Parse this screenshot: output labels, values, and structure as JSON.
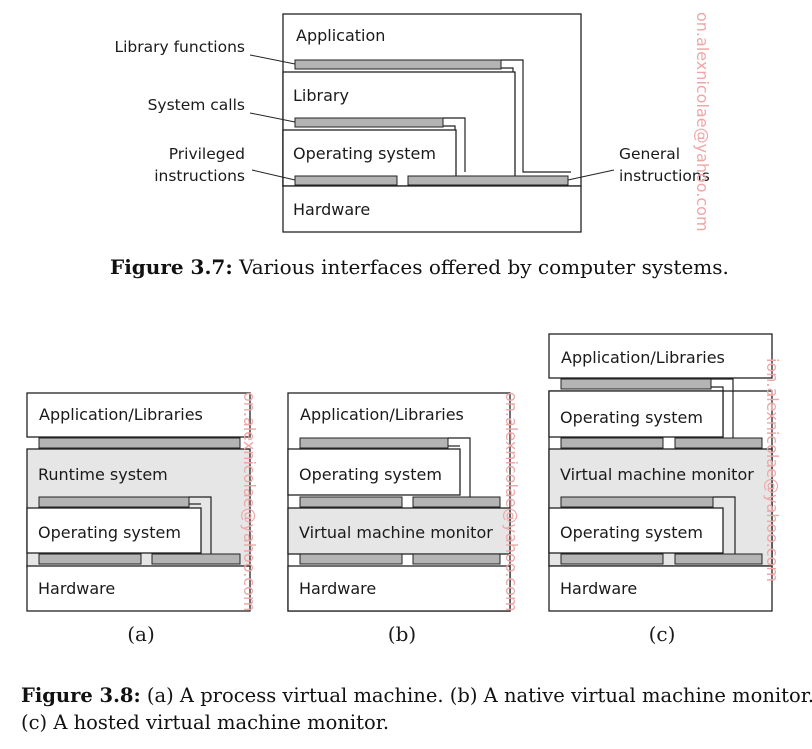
{
  "figure37": {
    "boxes": {
      "application": "Application",
      "library": "Library",
      "operating_system": "Operating system",
      "hardware": "Hardware"
    },
    "annotations": {
      "library_functions": "Library functions",
      "system_calls": "System calls",
      "privileged_line1": "Privileged",
      "privileged_line2": "instructions",
      "general_line1": "General",
      "general_line2": "instructions"
    },
    "caption_label": "Figure 3.7:",
    "caption_text": " Various interfaces offered by computer systems."
  },
  "figure38": {
    "panel_a": {
      "app": "Application/Libraries",
      "runtime": "Runtime system",
      "os": "Operating system",
      "hw": "Hardware",
      "label": "(a)"
    },
    "panel_b": {
      "app": "Application/Libraries",
      "os": "Operating system",
      "vmm": "Virtual machine monitor",
      "hw": "Hardware",
      "label": "(b)"
    },
    "panel_c": {
      "app": "Application/Libraries",
      "guest_os": "Operating system",
      "vmm": "Virtual machine monitor",
      "host_os": "Operating system",
      "hw": "Hardware",
      "label": "(c)"
    },
    "caption_label": "Figure 3.8:",
    "caption_text_line1": " (a) A process virtual machine. (b) A native virtual machine monitor.",
    "caption_text_line2": "(c) A hosted virtual machine monitor."
  },
  "watermark": "on.alexnicolae@yahoo.com",
  "watermark_c": "ion.alexnicolae@yahoo.com",
  "colors": {
    "box_fill": "#ffffff",
    "shaded_fill": "#e6e6e6",
    "interface_bar": "#b4b4b4",
    "stroke": "#222222",
    "watermark": "#f0a6a6"
  }
}
